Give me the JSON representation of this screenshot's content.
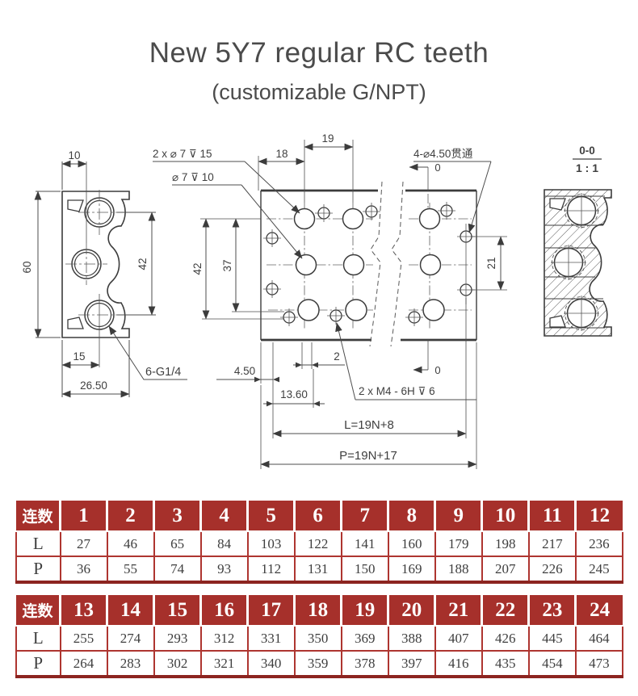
{
  "page": {
    "title": "New 5Y7 regular RC teeth",
    "subtitle": "(customizable G/NPT)"
  },
  "colors": {
    "table_header_red": "#a6302b",
    "table_border_red": "#ae3530",
    "table_bottom_rule": "#8c2420",
    "line_color": "#3c3c3c",
    "text_color": "#4b4b4b"
  },
  "drawing": {
    "left_view": {
      "dim_top_width": "10",
      "dim_height": "60",
      "dim_port_span": "42",
      "dim_bottom_1": "15",
      "dim_bottom_2": "26.50",
      "thread_label": "6-G1/4"
    },
    "center_view": {
      "counterbore_label": "2 x ⌀ 7 ⊽ 15",
      "counterbore_label_2": "⌀ 7 ⊽ 10",
      "dim_18": "18",
      "dim_19": "19",
      "through_hole_label": "4-⌀4.50贯通",
      "datum_top": "0",
      "dim_42": "42",
      "dim_37": "37",
      "dim_21": "21",
      "dim_2": "2",
      "dim_4_50": "4.50",
      "dim_13_60": "13.60",
      "tap_label": "2 x  M4 - 6H ⊽ 6",
      "datum_bottom": "0",
      "dim_L": "L=19N+8",
      "dim_P": "P=19N+17"
    },
    "section_view": {
      "name": "0-0",
      "scale": "1 : 1"
    }
  },
  "tables": [
    {
      "header_label": "连数",
      "columns": [
        "1",
        "2",
        "3",
        "4",
        "5",
        "6",
        "7",
        "8",
        "9",
        "10",
        "11",
        "12"
      ],
      "rows": [
        {
          "label": "L",
          "values": [
            "27",
            "46",
            "65",
            "84",
            "103",
            "122",
            "141",
            "160",
            "179",
            "198",
            "217",
            "236"
          ]
        },
        {
          "label": "P",
          "values": [
            "36",
            "55",
            "74",
            "93",
            "112",
            "131",
            "150",
            "169",
            "188",
            "207",
            "226",
            "245"
          ]
        }
      ]
    },
    {
      "header_label": "连数",
      "columns": [
        "13",
        "14",
        "15",
        "16",
        "17",
        "18",
        "19",
        "20",
        "21",
        "22",
        "23",
        "24"
      ],
      "rows": [
        {
          "label": "L",
          "values": [
            "255",
            "274",
            "293",
            "312",
            "331",
            "350",
            "369",
            "388",
            "407",
            "426",
            "445",
            "464"
          ]
        },
        {
          "label": "P",
          "values": [
            "264",
            "283",
            "302",
            "321",
            "340",
            "359",
            "378",
            "397",
            "416",
            "435",
            "454",
            "473"
          ]
        }
      ]
    }
  ]
}
